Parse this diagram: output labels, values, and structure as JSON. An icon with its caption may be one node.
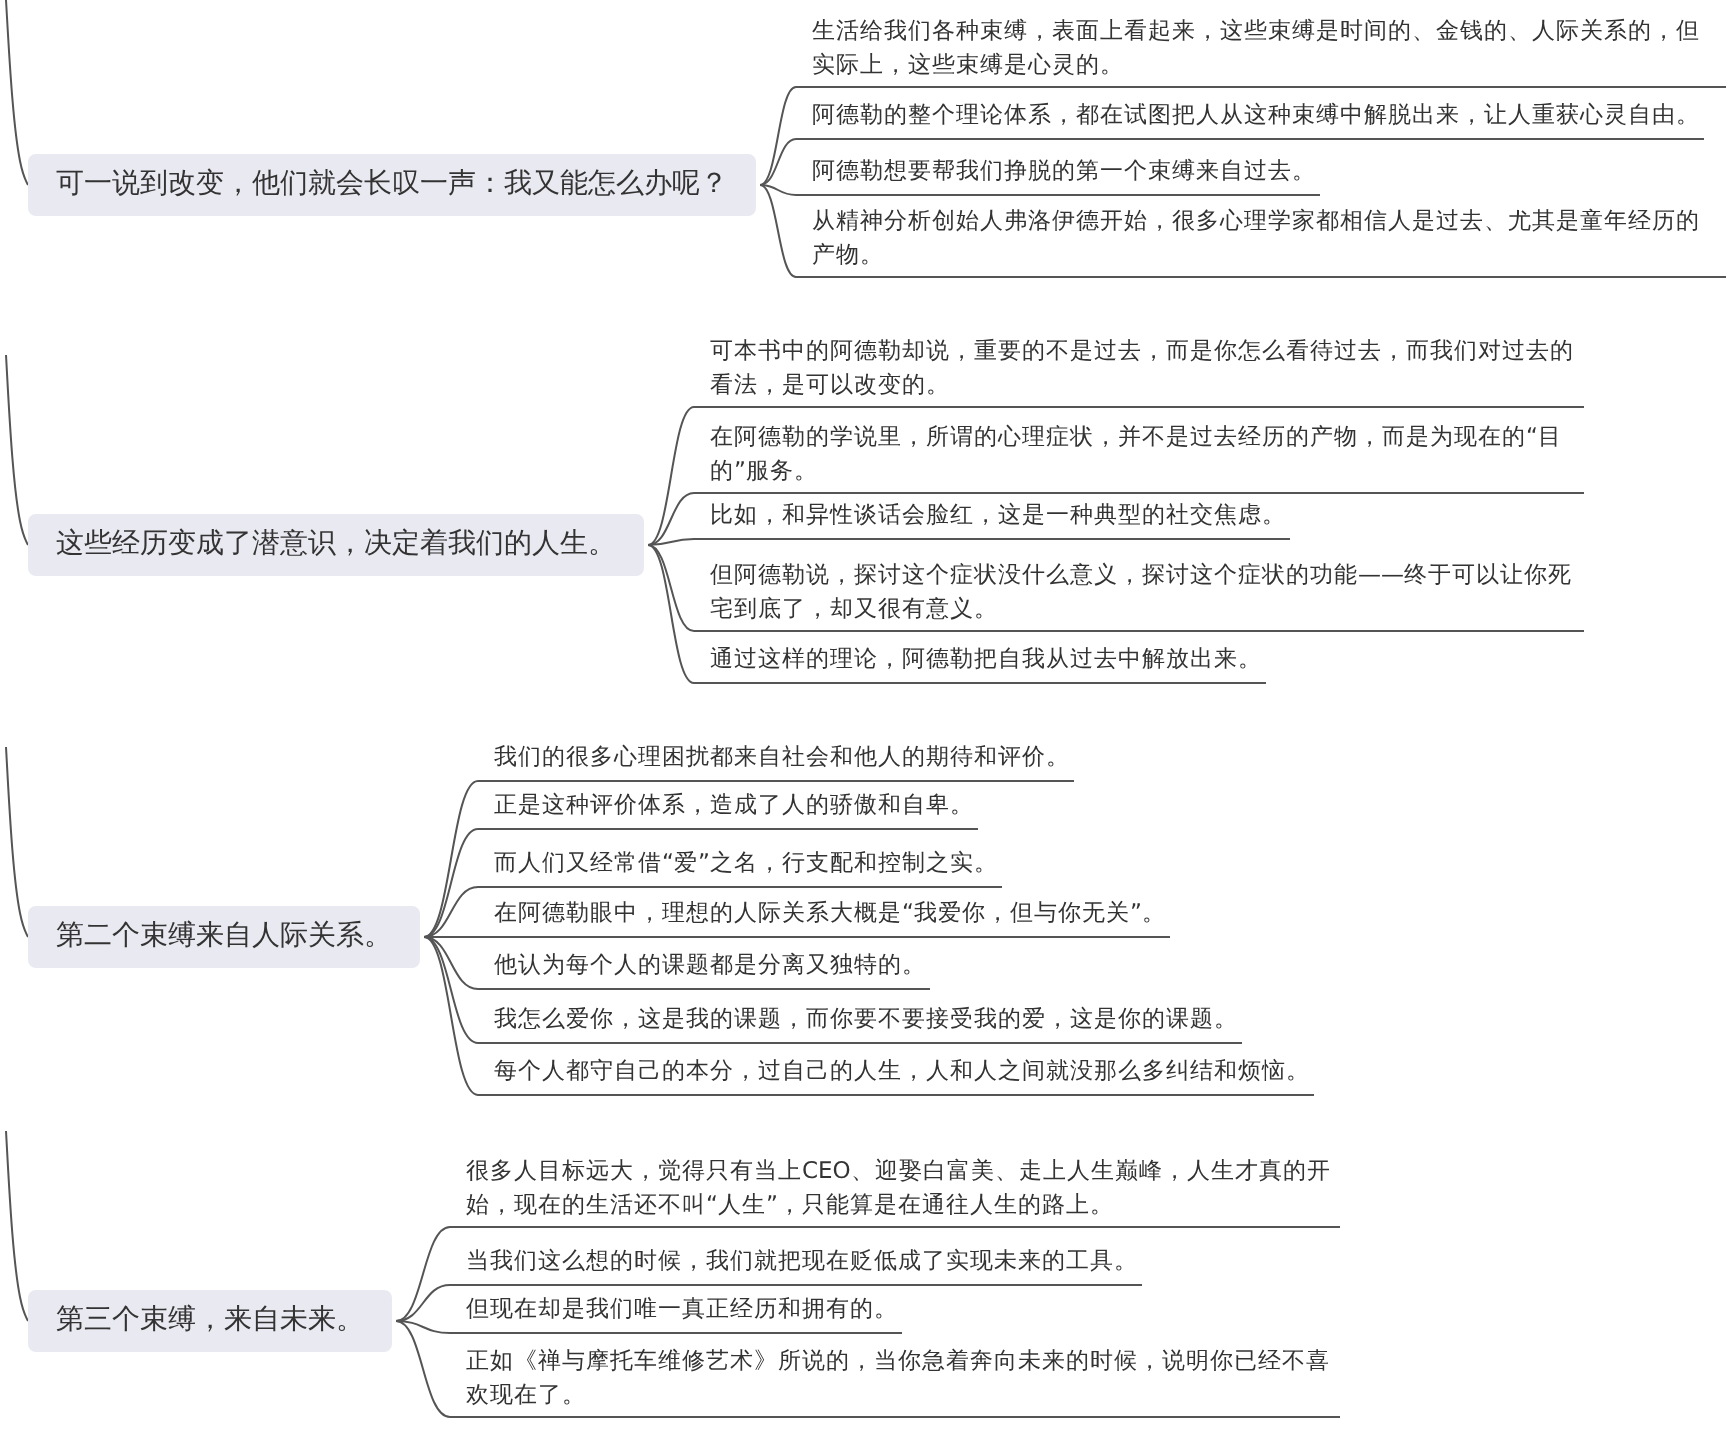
{
  "diagram": {
    "nodes": [
      {
        "text": [
          "可一说到改变，他们就会长叹一声：我又能怎么办呢？"
        ]
      },
      {
        "text": [
          "生活给我们各种束缚，表面上看起来，这些束缚是时间的、金钱的、人际关系的，但实际上，这些束缚是心灵的。"
        ]
      },
      {
        "text": [
          "阿德勒的整个理论体系，都在试图把人从这种束缚中解脱出来，让人重获心灵自由。"
        ]
      },
      {
        "text": [
          "阿德勒想要帮我们挣脱的第一个束缚来自过去。"
        ]
      },
      {
        "text": [
          "从精神分析创始人弗洛伊德开始，很多心理学家都相信人是过去、尤其是童年经历的产物。"
        ]
      },
      {
        "text": [
          "这些经历变成了潜意识，决定着我们的人生。"
        ]
      },
      {
        "text": [
          "可本书中的阿德勒却说，重要的不是过去，而是你怎么看待过去，而我们对过去的看法，是可以改变的。"
        ]
      },
      {
        "text": [
          "在阿德勒的学说里，所谓的心理症状，并不是过去经历的产物，而是为现在的“目的”服务。"
        ]
      },
      {
        "text": [
          "比如，和异性谈话会脸红，这是一种典型的社交焦虑。"
        ]
      },
      {
        "text": [
          "但阿德勒说，探讨这个症状没什么意义，探讨这个症状的功能——终于可以让你死宅到底了，却又很有意义。"
        ]
      },
      {
        "text": [
          "通过这样的理论，阿德勒把自我从过去中解放出来。"
        ]
      },
      {
        "text": [
          "第二个束缚来自人际关系。"
        ]
      },
      {
        "text": [
          "我们的很多心理困扰都来自社会和他人的期待和评价。"
        ]
      },
      {
        "text": [
          "正是这种评价体系，造成了人的骄傲和自卑。"
        ]
      },
      {
        "text": [
          "而人们又经常借“爱”之名，行支配和控制之实。"
        ]
      },
      {
        "text": [
          "在阿德勒眼中，理想的人际关系大概是“我爱你，但与你无关”。"
        ]
      },
      {
        "text": [
          "他认为每个人的课题都是分离又独特的。"
        ]
      },
      {
        "text": [
          "我怎么爱你，这是我的课题，而你要不要接受我的爱，这是你的课题。"
        ]
      },
      {
        "text": [
          "每个人都守自己的本分，过自己的人生，人和人之间就没那么多纠结和烦恼。"
        ]
      },
      {
        "text": [
          "第三个束缚，来自未来。"
        ]
      },
      {
        "text": [
          "很多人目标远大，觉得只有当上CEO、迎娶白富美、走上人生巅峰，人生才真的开始，现在的生活还不叫“人生”，只能算是在通往人生的路上。"
        ]
      },
      {
        "text": [
          "当我们这么想的时候，我们就把现在贬低成了实现未来的工具。"
        ]
      },
      {
        "text": [
          "但现在却是我们唯一真正经历和拥有的。"
        ]
      },
      {
        "text": [
          "正如《禅与摩托车维修艺术》所说的，当你急着奔向未来的时候，说明你已经不喜欢现在了。"
        ]
      }
    ],
    "edges": [
      {
        "from": null,
        "to": 0,
        "arrow": "none"
      },
      {
        "from": 0,
        "to": 1,
        "arrow": "none"
      },
      {
        "from": 0,
        "to": 2,
        "arrow": "none"
      },
      {
        "from": 0,
        "to": 3,
        "arrow": "none"
      },
      {
        "from": 0,
        "to": 4,
        "arrow": "none"
      },
      {
        "from": null,
        "to": 5,
        "arrow": "none"
      },
      {
        "from": 5,
        "to": 6,
        "arrow": "none"
      },
      {
        "from": 5,
        "to": 7,
        "arrow": "none"
      },
      {
        "from": 5,
        "to": 8,
        "arrow": "none"
      },
      {
        "from": 5,
        "to": 9,
        "arrow": "none"
      },
      {
        "from": 5,
        "to": 10,
        "arrow": "none"
      },
      {
        "from": null,
        "to": 11,
        "arrow": "none"
      },
      {
        "from": 11,
        "to": 12,
        "arrow": "none"
      },
      {
        "from": 11,
        "to": 13,
        "arrow": "none"
      },
      {
        "from": 11,
        "to": 14,
        "arrow": "none"
      },
      {
        "from": 11,
        "to": 15,
        "arrow": "none"
      },
      {
        "from": 11,
        "to": 16,
        "arrow": "none"
      },
      {
        "from": 11,
        "to": 17,
        "arrow": "none"
      },
      {
        "from": 11,
        "to": 18,
        "arrow": "none"
      },
      {
        "from": null,
        "to": 19,
        "arrow": "none"
      },
      {
        "from": 19,
        "to": 20,
        "arrow": "none"
      },
      {
        "from": 19,
        "to": 21,
        "arrow": "none"
      },
      {
        "from": 19,
        "to": 22,
        "arrow": "none"
      },
      {
        "from": 19,
        "to": 23,
        "arrow": "none"
      }
    ]
  }
}
